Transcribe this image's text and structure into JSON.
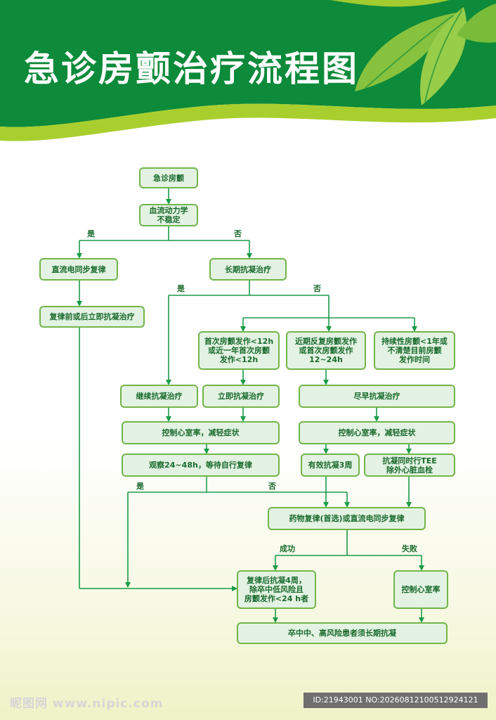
{
  "title": "急诊房颤治疗流程图",
  "colors": {
    "header_green": "#0d8a3a",
    "accent_lime": "#a9cf2e",
    "box_fill": "#e3f2e2",
    "box_border": "#72b54a",
    "text": "#1a6b2e",
    "line": "#1a9b48"
  },
  "nodes": {
    "start": "急诊房颤",
    "hemodynamic": "血流动力学\n不稳定",
    "cardioversion": "直流电同步复律",
    "anticoag_before_after": "复律前或后立即抗凝治疗",
    "long_term_anticoag": "长期抗凝治疗",
    "first_onset": "首次房颤发作<12h\n或近一年首次房颤\n发作<12h",
    "recent_recurrent": "近期反复房颤发作\n或首次房颤发作\n12~24h",
    "persistent": "持续性房颤<1年或\n不清楚目前房颤\n发作时间",
    "continue_anticoag": "继续抗凝治疗",
    "immediate_anticoag": "立即抗凝治疗",
    "early_anticoag": "尽早抗凝治疗",
    "rate_control_left": "控制心室率，减轻症状",
    "rate_control_right": "控制心室率，减轻症状",
    "observe": "观察24~48h，等待自行复律",
    "effective_anticoag": "有效抗凝3周",
    "tee": "抗凝同时行TEE\n除外心脏血栓",
    "drug_cardioversion": "药物复律(首选)或直流电同步复律",
    "post_cardioversion": "复律后抗凝4周，\n除卒中低风险且\n房颤发作<24 h者",
    "rate_control_only": "控制心室率",
    "long_term_high_risk": "卒中中、高风险患者须长期抗凝"
  },
  "edge_labels": {
    "yes1": "是",
    "no1": "否",
    "yes2": "是",
    "no2": "否",
    "yes3": "是",
    "no3": "否",
    "success": "成功",
    "fail": "失败"
  },
  "watermark": {
    "site": "昵图网 www.nipic.com",
    "id": "ID:21943001 NO:20260812100512924121"
  }
}
